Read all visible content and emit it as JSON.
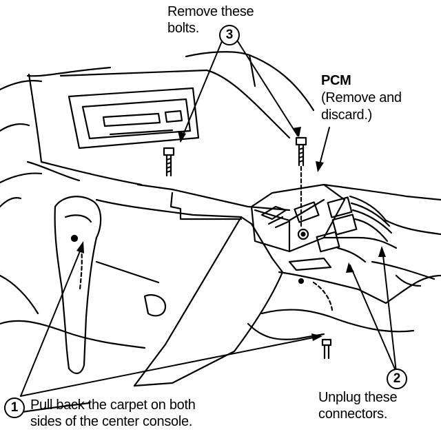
{
  "labels": {
    "remove_bolts_line1": "Remove these",
    "remove_bolts_line2": "bolts.",
    "pcm_title": "PCM",
    "pcm_line1": "(Remove and",
    "pcm_line2": "discard.)",
    "unplug_line1": "Unplug these",
    "unplug_line2": "connectors.",
    "carpet_line1": "Pull back the carpet on both",
    "carpet_line2": "sides of the center console."
  },
  "callouts": {
    "step1": "1",
    "step2": "2",
    "step3": "3"
  },
  "colors": {
    "ink": "#000000",
    "paper": "#ffffff"
  }
}
